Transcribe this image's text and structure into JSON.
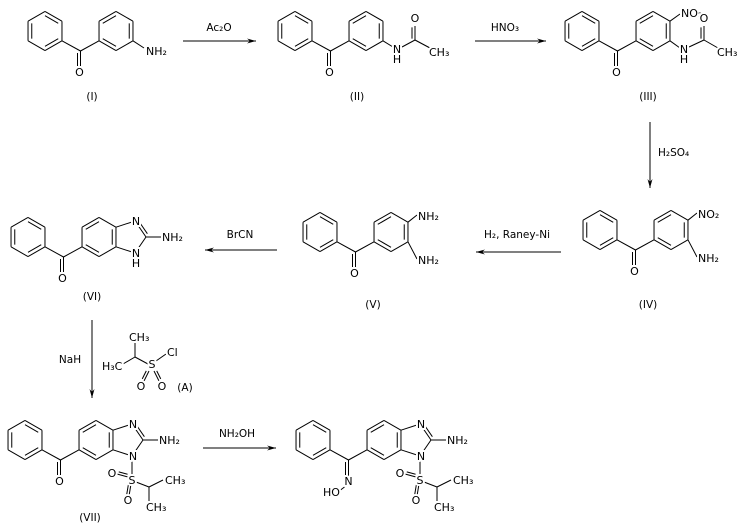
{
  "reagents": {
    "ac2o": "Ac₂O",
    "hno3": "HNO₃",
    "h2so4": "H₂SO₄",
    "h2_raney": "H₂, Raney-Ni",
    "brcn": "BrCN",
    "nah": "NaH",
    "nh2oh": "NH₂OH"
  },
  "compound_labels": {
    "I": "(I)",
    "II": "(II)",
    "III": "(III)",
    "IV": "(IV)",
    "V": "(V)",
    "VI": "(VI)",
    "VII": "(VII)",
    "A": "(A)"
  },
  "atoms": {
    "O": "O",
    "N": "N",
    "H": "H",
    "NH": "N",
    "NH2": "NH₂",
    "NO2": "NO₂",
    "CH3": "CH₃",
    "H3C": "H₃C",
    "S": "S",
    "Cl": "Cl",
    "HO": "HO"
  }
}
